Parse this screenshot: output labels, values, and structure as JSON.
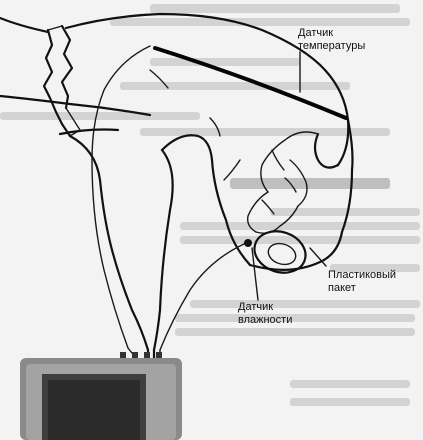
{
  "labels": {
    "temperature_sensor_line1": "Датчик",
    "temperature_sensor_line2": "температуры",
    "plastic_bag_line1": "Пластиковый",
    "plastic_bag_line2": "пакет",
    "humidity_sensor_line1": "Датчик",
    "humidity_sensor_line2": "влажности"
  },
  "colors": {
    "ink": "#111111",
    "paper": "#f3f3f3",
    "device_screen": "#3e3e3e",
    "device_body": "#8a8a8a"
  }
}
